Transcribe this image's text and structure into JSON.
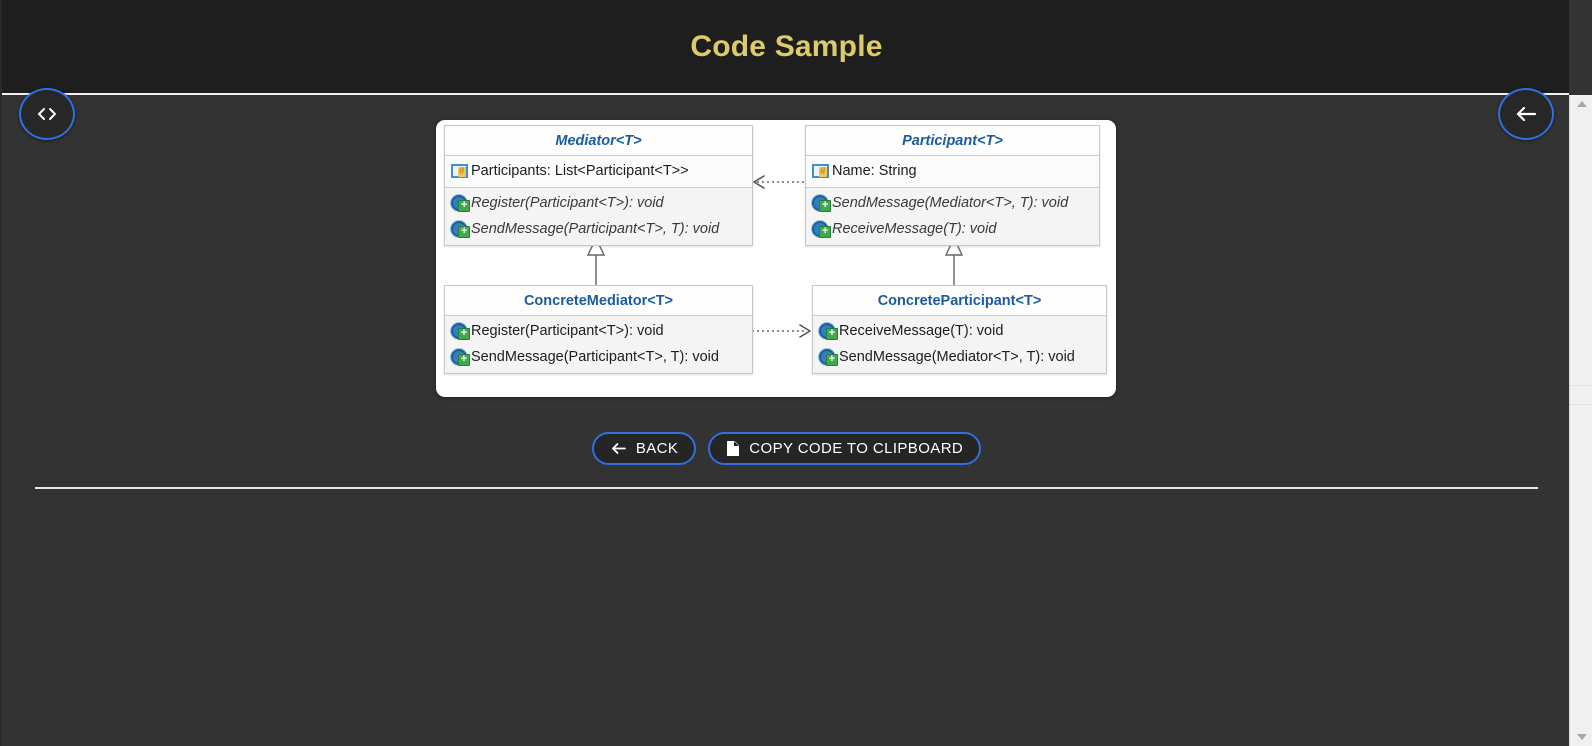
{
  "header": {
    "title": "Code Sample",
    "title_color": "#ddca6a",
    "background": "#1e1e1e"
  },
  "floating_buttons": [
    {
      "name": "code-toggle",
      "icon": "code-brackets-icon",
      "label": "<>"
    },
    {
      "name": "back-arrow",
      "icon": "arrow-left-icon",
      "label": "←"
    }
  ],
  "diagram": {
    "type": "uml-class-diagram",
    "pattern": "Mediator",
    "classes": [
      {
        "id": "mediator",
        "name": "Mediator<T>",
        "abstract": true,
        "fields": [
          {
            "icon": "field-icon",
            "text": "Participants: List<Participant<T>>"
          }
        ],
        "methods": [
          {
            "icon": "method-icon",
            "text": "Register(Participant<T>): void",
            "italic": true
          },
          {
            "icon": "method-icon",
            "text": "SendMessage(Participant<T>, T): void",
            "italic": true
          }
        ]
      },
      {
        "id": "participant",
        "name": "Participant<T>",
        "abstract": true,
        "fields": [
          {
            "icon": "field-icon",
            "text": "Name: String"
          }
        ],
        "methods": [
          {
            "icon": "method-icon",
            "text": "SendMessage(Mediator<T>, T): void",
            "italic": true
          },
          {
            "icon": "method-icon",
            "text": "ReceiveMessage(T): void",
            "italic": true
          }
        ]
      },
      {
        "id": "concrete-mediator",
        "name": "ConcreteMediator<T>",
        "abstract": false,
        "fields": [],
        "methods": [
          {
            "icon": "method-icon",
            "text": "Register(Participant<T>): void",
            "italic": false
          },
          {
            "icon": "method-icon",
            "text": "SendMessage(Participant<T>, T): void",
            "italic": false
          }
        ]
      },
      {
        "id": "concrete-participant",
        "name": "ConcreteParticipant<T>",
        "abstract": false,
        "fields": [],
        "methods": [
          {
            "icon": "method-icon",
            "text": "ReceiveMessage(T): void",
            "italic": false
          },
          {
            "icon": "method-icon",
            "text": "SendMessage(Mediator<T>, T): void",
            "italic": false
          }
        ]
      }
    ],
    "relations": [
      {
        "from": "participant",
        "to": "mediator",
        "style": "dotted",
        "arrow": "open",
        "kind": "dependency"
      },
      {
        "from": "concrete-mediator",
        "to": "mediator",
        "style": "solid",
        "arrow": "hollow-triangle",
        "kind": "inheritance"
      },
      {
        "from": "concrete-participant",
        "to": "participant",
        "style": "solid",
        "arrow": "hollow-triangle",
        "kind": "inheritance"
      },
      {
        "from": "concrete-mediator",
        "to": "concrete-participant",
        "style": "dotted",
        "arrow": "open",
        "kind": "dependency"
      }
    ]
  },
  "actions": {
    "back": {
      "label": "BACK",
      "icon": "arrow-left-icon"
    },
    "copy": {
      "label": "COPY CODE TO CLIPBOARD",
      "icon": "copy-document-icon"
    }
  },
  "colors": {
    "accent_blue": "#2f6fe0",
    "page_background": "#333333",
    "class_title": "#1b5c9e"
  }
}
